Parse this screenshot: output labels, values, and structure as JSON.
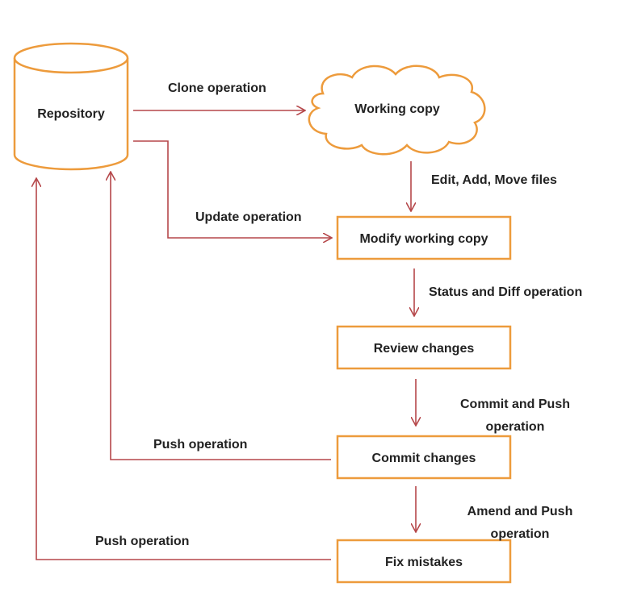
{
  "colors": {
    "node_border": "#ED9B3C",
    "arrow": "#B5474A",
    "text": "#222222",
    "background": "#FFFFFF"
  },
  "nodes": {
    "repository": {
      "label": "Repository",
      "shape": "cylinder"
    },
    "working_copy": {
      "label": "Working copy",
      "shape": "cloud"
    },
    "modify": {
      "label": "Modify working copy",
      "shape": "box"
    },
    "review": {
      "label": "Review changes",
      "shape": "box"
    },
    "commit": {
      "label": "Commit changes",
      "shape": "box"
    },
    "fix": {
      "label": "Fix mistakes",
      "shape": "box"
    }
  },
  "edges": {
    "clone": {
      "label": "Clone operation"
    },
    "update": {
      "label": "Update operation"
    },
    "edit": {
      "label": "Edit, Add, Move files"
    },
    "status": {
      "label": "Status and Diff operation"
    },
    "commit_push": {
      "label_lines": [
        "Commit and Push",
        "operation"
      ]
    },
    "amend_push": {
      "label_lines": [
        "Amend and Push",
        "operation"
      ]
    },
    "push_commit": {
      "label": "Push operation"
    },
    "push_fix": {
      "label": "Push operation"
    }
  }
}
